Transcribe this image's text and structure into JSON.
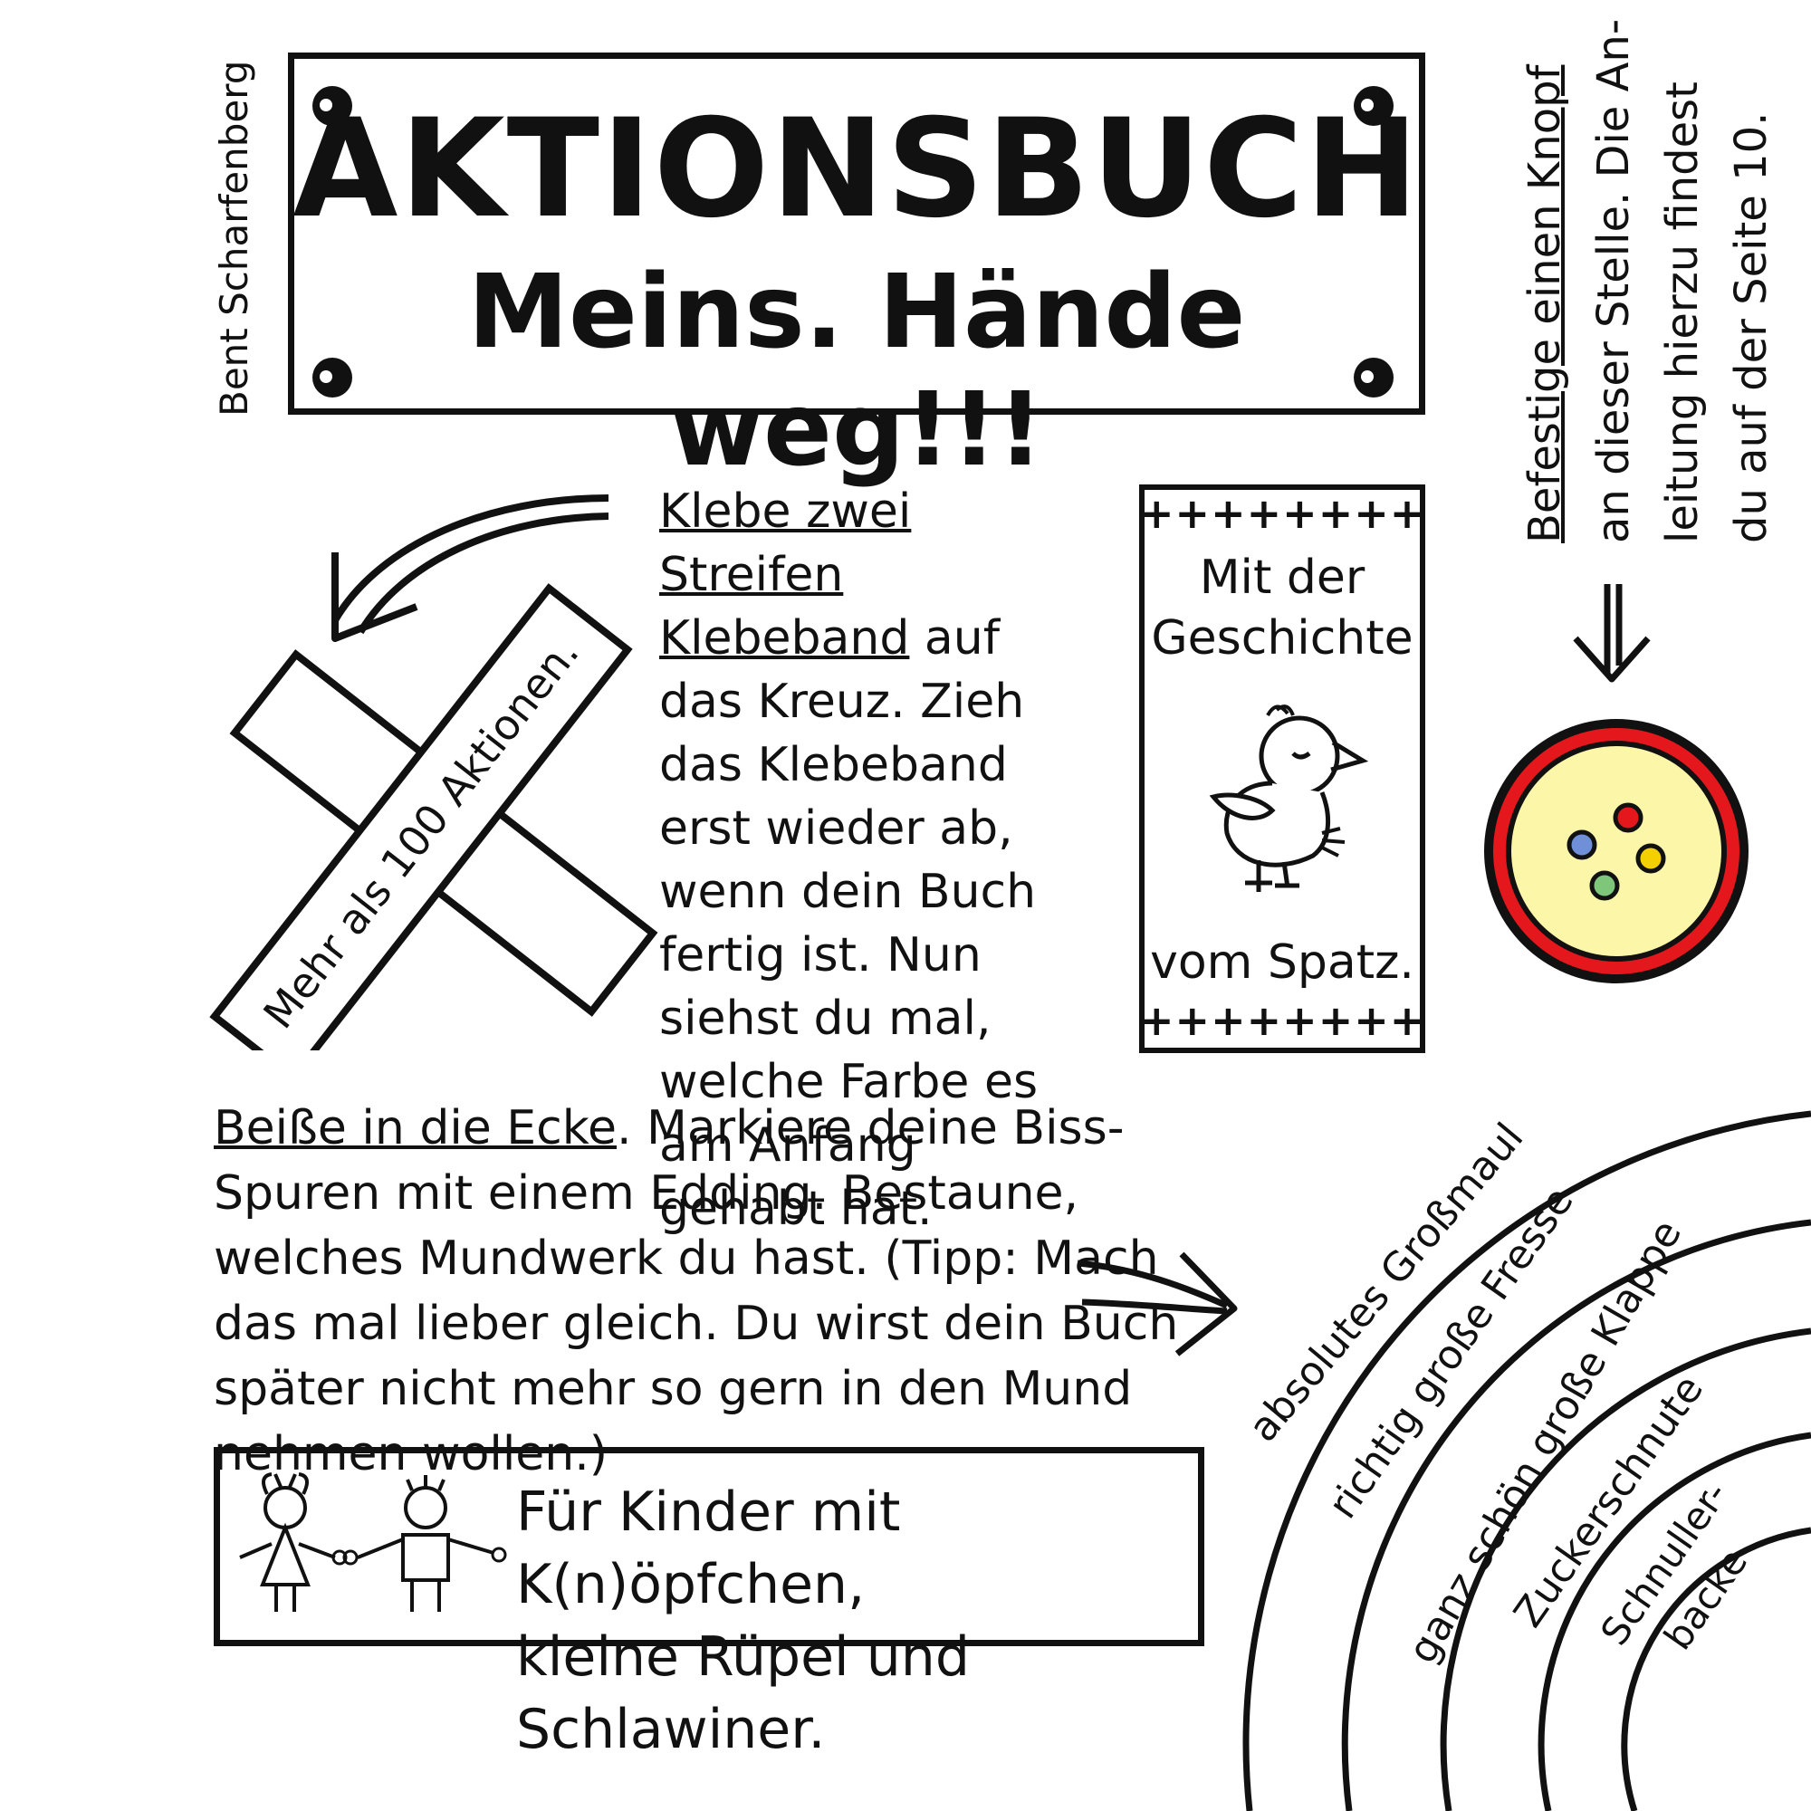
{
  "author": "Bent Scharfenberg",
  "title": "AKTIONSBUCH",
  "subtitle": "Meins. Hände weg!!!",
  "tape_text": "Mehr als 100 Aktionen.",
  "klebe": {
    "underlined": "Klebe zwei Streifen Klebeband",
    "rest": " auf das Kreuz. Zieh das Klebeband erst wieder ab, wenn dein Buch fertig ist. Nun siehst du mal, welche Farbe es am Anfang gehabt hat."
  },
  "spatz": {
    "plus_top": "++++++++",
    "line1": "Mit der",
    "line2": "Geschichte",
    "line3": "vom Spatz.",
    "plus_bottom": "++++++++"
  },
  "button_note": {
    "underlined": "Befestige einen Knopf",
    "line2": "an dieser Stelle. Die An-",
    "line3": "leitung hierzu findest",
    "line4": "du auf der Seite 10."
  },
  "beisse": {
    "underlined": "Beiße in die Ecke",
    "rest": ". Markiere deine Biss-Spuren mit einem Edding. Bestaune, welches Mundwerk du hast. (Tipp: Mach das mal lieber gleich. Du wirst dein Buch später nicht mehr so gern in den Mund nehmen wollen.)"
  },
  "kinder": {
    "line1": "Für Kinder mit K(n)öpfchen,",
    "line2": "kleine Rüpel und Schlawiner."
  },
  "bite_scale": [
    "absolutes Großmaul",
    "richtig große Fresse",
    "ganz schön große Klappe",
    "Zuckerschnute",
    "Schnuller-",
    "backe"
  ],
  "colors": {
    "ink": "#111111",
    "button_fill": "#fbf6a8",
    "button_rim": "#e3171c",
    "hole_red": "#e3171c",
    "hole_blue": "#6f8fd8",
    "hole_yellow": "#f5d000",
    "hole_green": "#7dc67a"
  }
}
